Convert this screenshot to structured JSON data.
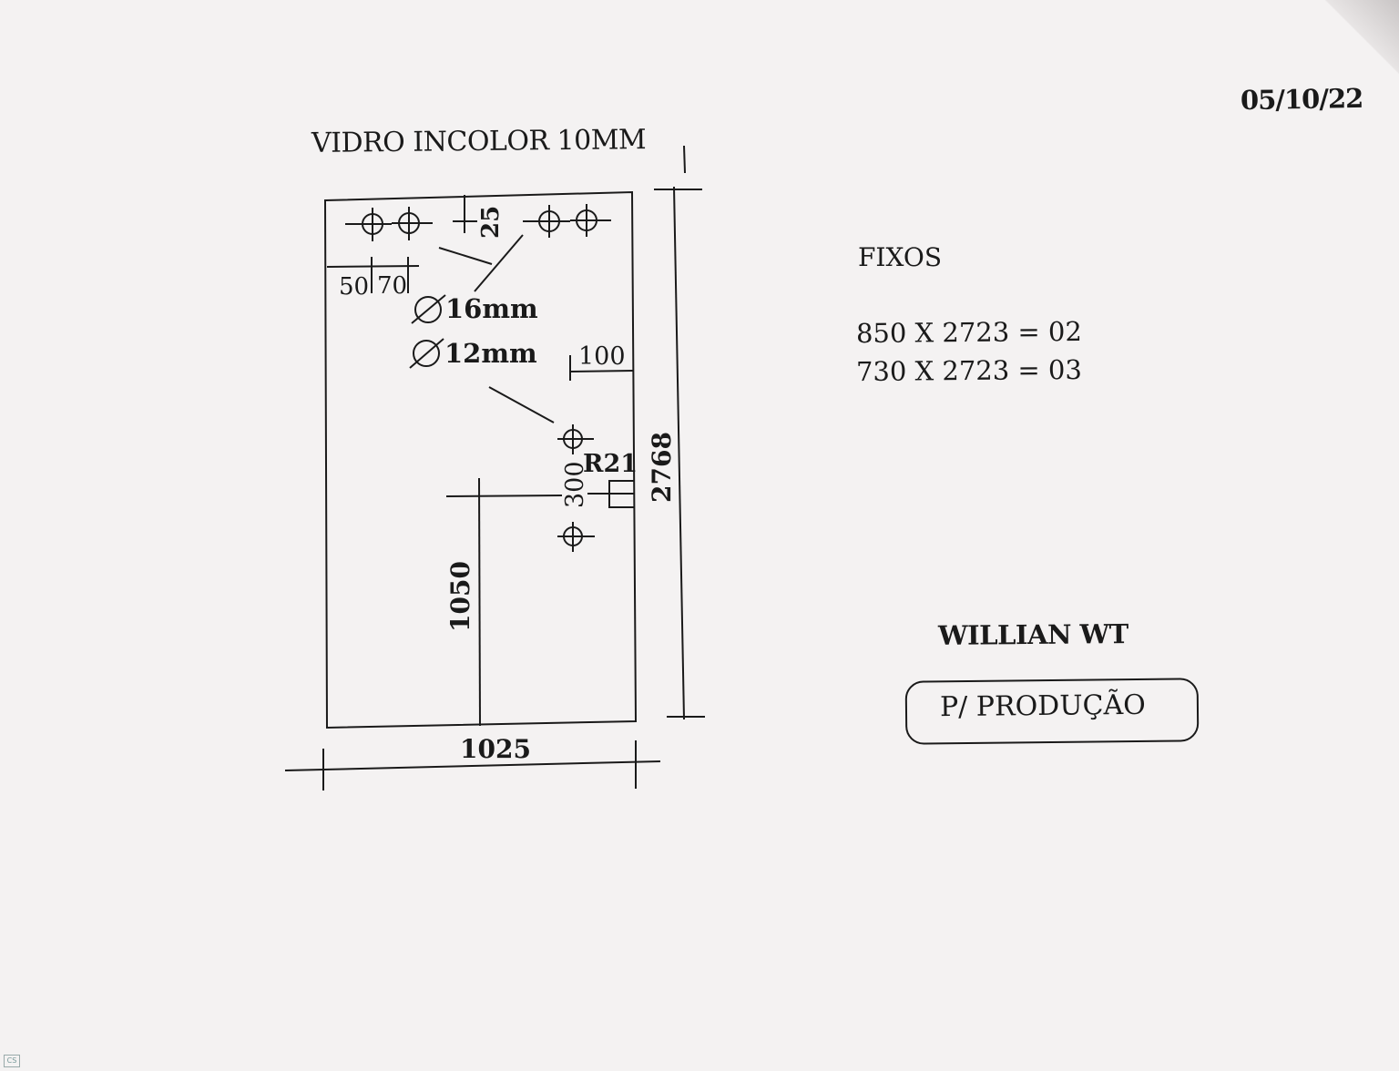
{
  "header": {
    "date": "05/10/22",
    "title": "VIDRO INCOLOR 10MM"
  },
  "drawing": {
    "dim_top_spacing": "25",
    "dim_hole_offset_a": "50",
    "dim_hole_offset_b": "70",
    "hole_large": "16mm",
    "hole_small": "12mm",
    "dim_side_offset": "100",
    "radius_label": "R21",
    "dim_hinge_spacing": "300",
    "dim_total_height": "2768",
    "dim_floor_height": "1050",
    "dim_total_width": "1025"
  },
  "notes": {
    "fixos_heading": "FIXOS",
    "fixos_line_1": "850 X 2723 = 02",
    "fixos_line_2": "730 X 2723 = 03",
    "author": "WILLIAN WT",
    "stamp": "P/ PRODUÇÃO"
  },
  "colors": {
    "ink": "#1a1a1a",
    "paper": "#f4f2f2"
  }
}
